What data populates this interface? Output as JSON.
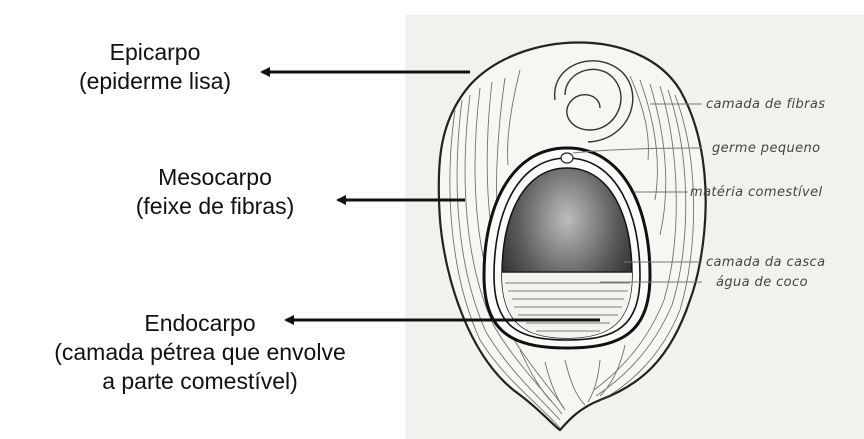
{
  "left_labels": {
    "epicarpo": {
      "title": "Epicarpo",
      "subtitle": "(epiderme lisa)"
    },
    "mesocarpo": {
      "title": "Mesocarpo",
      "subtitle": "(feixe de fibras)"
    },
    "endocarpo": {
      "title": "Endocarpo",
      "line2": "(camada pétrea que envolve",
      "line3": "a parte comestível)"
    }
  },
  "callouts": {
    "fibras": "camada de fibras",
    "germe": "germe pequeno",
    "materia": "matéria comestível",
    "casca": "camada da casca",
    "agua": "água de coco"
  },
  "colors": {
    "ink": "#222222",
    "paper": "#f1f1ee",
    "arrow": "#111111"
  }
}
